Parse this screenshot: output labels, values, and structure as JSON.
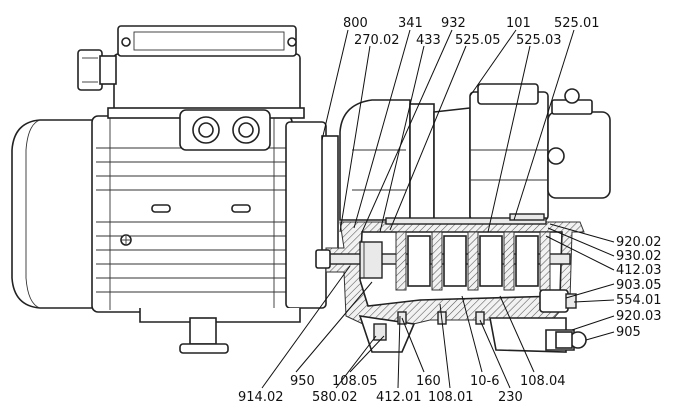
{
  "figure": {
    "callouts_top": [
      {
        "id": "c800",
        "text": "800"
      },
      {
        "id": "c341",
        "text": "341"
      },
      {
        "id": "c932",
        "text": "932"
      },
      {
        "id": "c101",
        "text": "101"
      },
      {
        "id": "c525-01",
        "text": "525.01"
      },
      {
        "id": "c270-02",
        "text": "270.02"
      },
      {
        "id": "c433",
        "text": "433"
      },
      {
        "id": "c525-05",
        "text": "525.05"
      },
      {
        "id": "c525-03",
        "text": "525.03"
      }
    ],
    "callouts_right": [
      {
        "id": "c920-02",
        "text": "920.02"
      },
      {
        "id": "c930-02",
        "text": "930.02"
      },
      {
        "id": "c412-03",
        "text": "412.03"
      },
      {
        "id": "c903-05",
        "text": "903.05"
      },
      {
        "id": "c554-01",
        "text": "554.01"
      },
      {
        "id": "c920-03",
        "text": "920.03"
      },
      {
        "id": "c905",
        "text": "905"
      }
    ],
    "callouts_bottom": [
      {
        "id": "c950",
        "text": "950"
      },
      {
        "id": "c914-02",
        "text": "914.02"
      },
      {
        "id": "c108-05",
        "text": "108.05"
      },
      {
        "id": "c580-02",
        "text": "580.02"
      },
      {
        "id": "c160",
        "text": "160"
      },
      {
        "id": "c412-01",
        "text": "412.01"
      },
      {
        "id": "c108-01",
        "text": "108.01"
      },
      {
        "id": "c10-6",
        "text": "10-6"
      },
      {
        "id": "c230",
        "text": "230"
      },
      {
        "id": "c108-04",
        "text": "108.04"
      }
    ]
  }
}
